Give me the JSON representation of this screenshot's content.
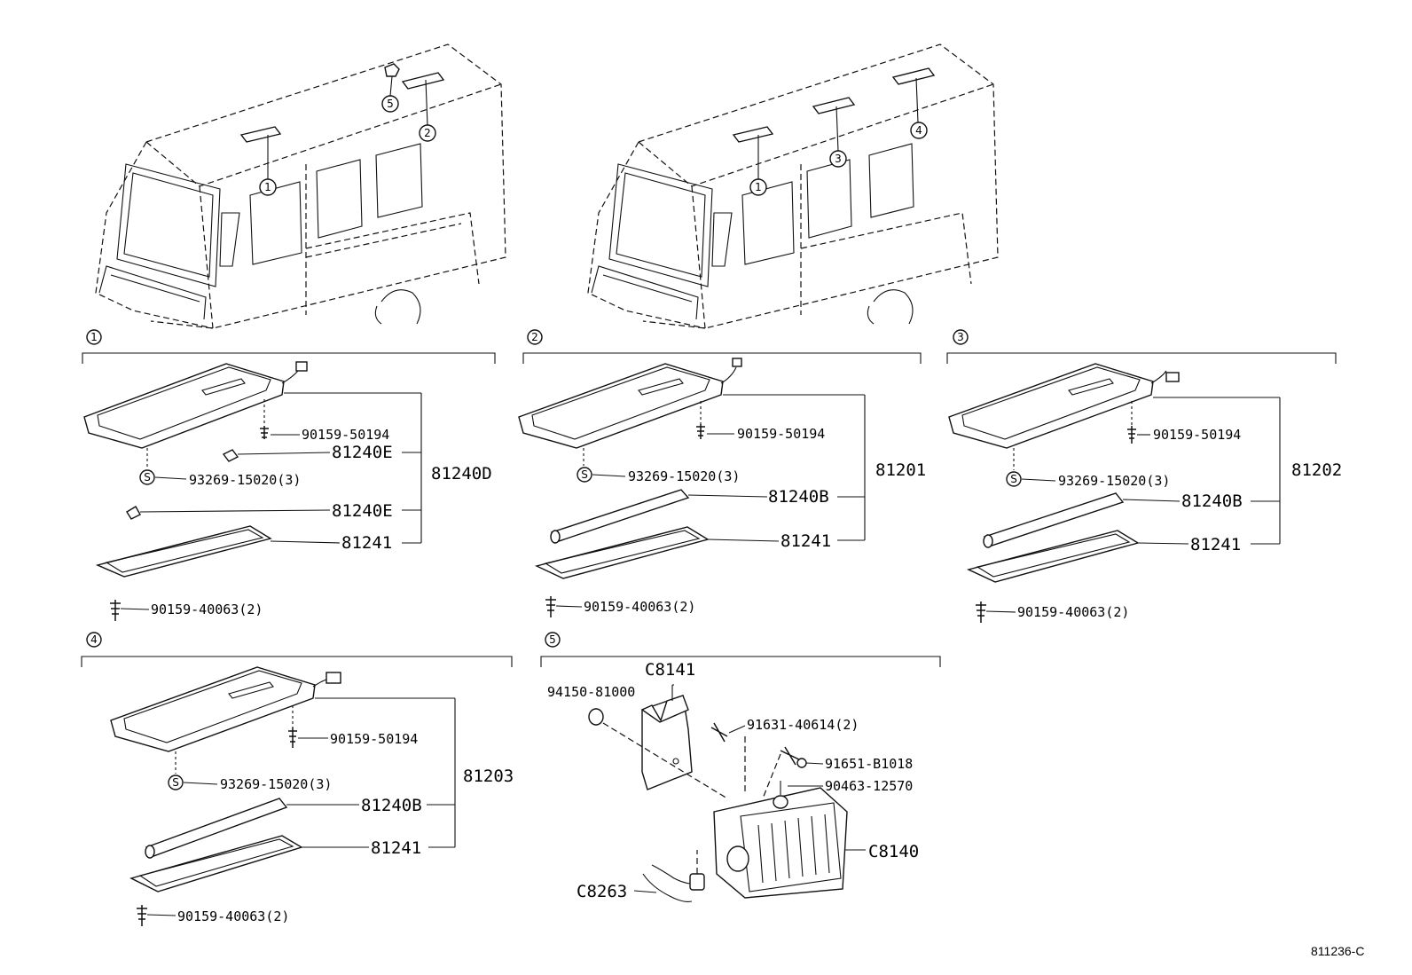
{
  "callouts": {
    "one": "1",
    "two": "2",
    "three": "3",
    "four": "4",
    "five": "5",
    "s": "S"
  },
  "panel1": {
    "assy": "81240D",
    "screw": "90159-50194",
    "clip": "93269-15020(3)",
    "bulb_a": "81240E",
    "bulb_b": "81240E",
    "lens": "81241",
    "lens_screw": "90159-40063(2)"
  },
  "panel2": {
    "assy": "81201",
    "screw": "90159-50194",
    "clip": "93269-15020(3)",
    "tube": "81240B",
    "lens": "81241",
    "lens_screw": "90159-40063(2)"
  },
  "panel3": {
    "assy": "81202",
    "screw": "90159-50194",
    "clip": "93269-15020(3)",
    "tube": "81240B",
    "lens": "81241",
    "lens_screw": "90159-40063(2)"
  },
  "panel4": {
    "assy": "81203",
    "screw": "90159-50194",
    "clip": "93269-15020(3)",
    "tube": "81240B",
    "lens": "81241",
    "lens_screw": "90159-40063(2)"
  },
  "panel5": {
    "bracket": "C8141",
    "grommet": "94150-81000",
    "bolt": "91631-40614(2)",
    "bolt2": "91651-B1018",
    "bulb": "90463-12570",
    "lamp": "C8140",
    "wire": "C8263"
  },
  "figure_ref": "811236-C"
}
